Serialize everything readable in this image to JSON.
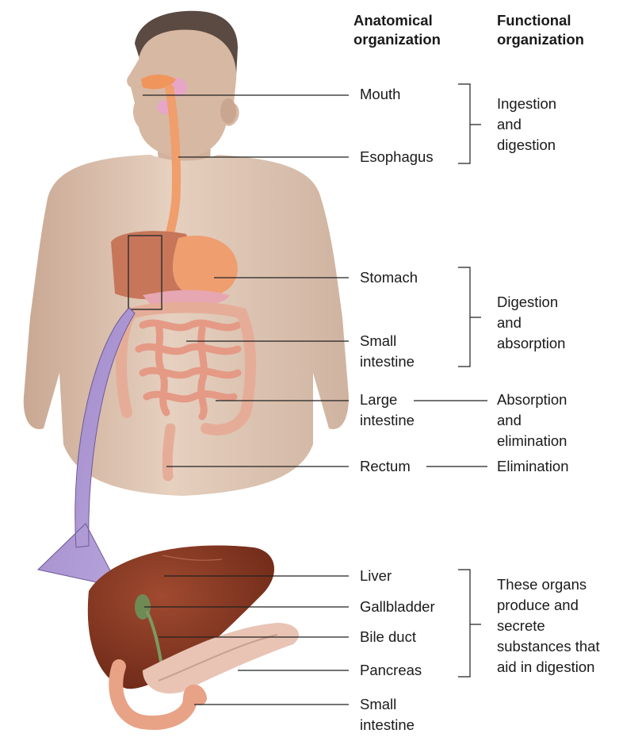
{
  "headers": {
    "anatomical_line1": "Anatomical",
    "anatomical_line2": "organization",
    "functional_line1": "Functional",
    "functional_line2": "organization"
  },
  "organs": {
    "mouth": "Mouth",
    "esophagus": "Esophagus",
    "stomach": "Stomach",
    "small_intestine_line1": "Small",
    "small_intestine_line2": "intestine",
    "large_intestine_line1": "Large",
    "large_intestine_line2": "intestine",
    "rectum": "Rectum",
    "liver": "Liver",
    "gallbladder": "Gallbladder",
    "bile_duct": "Bile duct",
    "pancreas": "Pancreas",
    "lower_small_intestine_line1": "Small",
    "lower_small_intestine_line2": "intestine"
  },
  "functions": {
    "ingestion_line1": "Ingestion",
    "ingestion_line2": "and",
    "ingestion_line3": "digestion",
    "digestion_line1": "Digestion",
    "digestion_line2": "and",
    "digestion_line3": "absorption",
    "absorption_line1": "Absorption",
    "absorption_line2": "and",
    "absorption_line3": "elimination",
    "elimination": "Elimination",
    "accessory_line1": "These organs",
    "accessory_line2": "produce and",
    "accessory_line3": "secrete",
    "accessory_line4": "substances that",
    "accessory_line5": "aid in digestion"
  },
  "colors": {
    "skin": "#dcc2ad",
    "esophagus": "#f0a070",
    "stomach": "#e8956a",
    "intestine": "#e8a992",
    "liver": "#8a3a24",
    "pancreas": "#e9c4b4",
    "gallbladder": "#6f8a55",
    "arrow": "#a88fd0",
    "leader_line": "#222222"
  }
}
